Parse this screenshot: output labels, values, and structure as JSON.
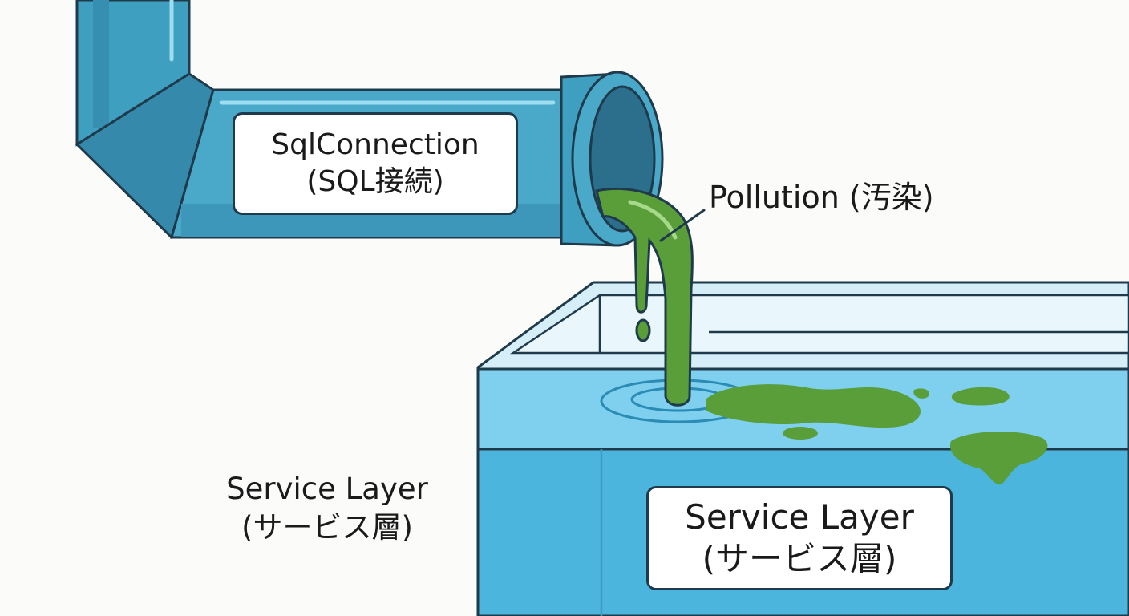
{
  "pipe": {
    "label_line1": "SqlConnection",
    "label_line2": "(SQL接続)"
  },
  "pollution": {
    "label": "Pollution (汚染)"
  },
  "tank": {
    "label_line1": "Service Layer",
    "label_line2": "(サービス層)"
  },
  "side_label": {
    "line1": "Service Layer",
    "line2": "(サービス層)"
  },
  "colors": {
    "outline": "#1f3a4a",
    "pipe_blue": "#3f9fc0",
    "water_blue": "#4cb5de",
    "sludge_green": "#5a9e3a",
    "background": "#fbfbfa"
  }
}
